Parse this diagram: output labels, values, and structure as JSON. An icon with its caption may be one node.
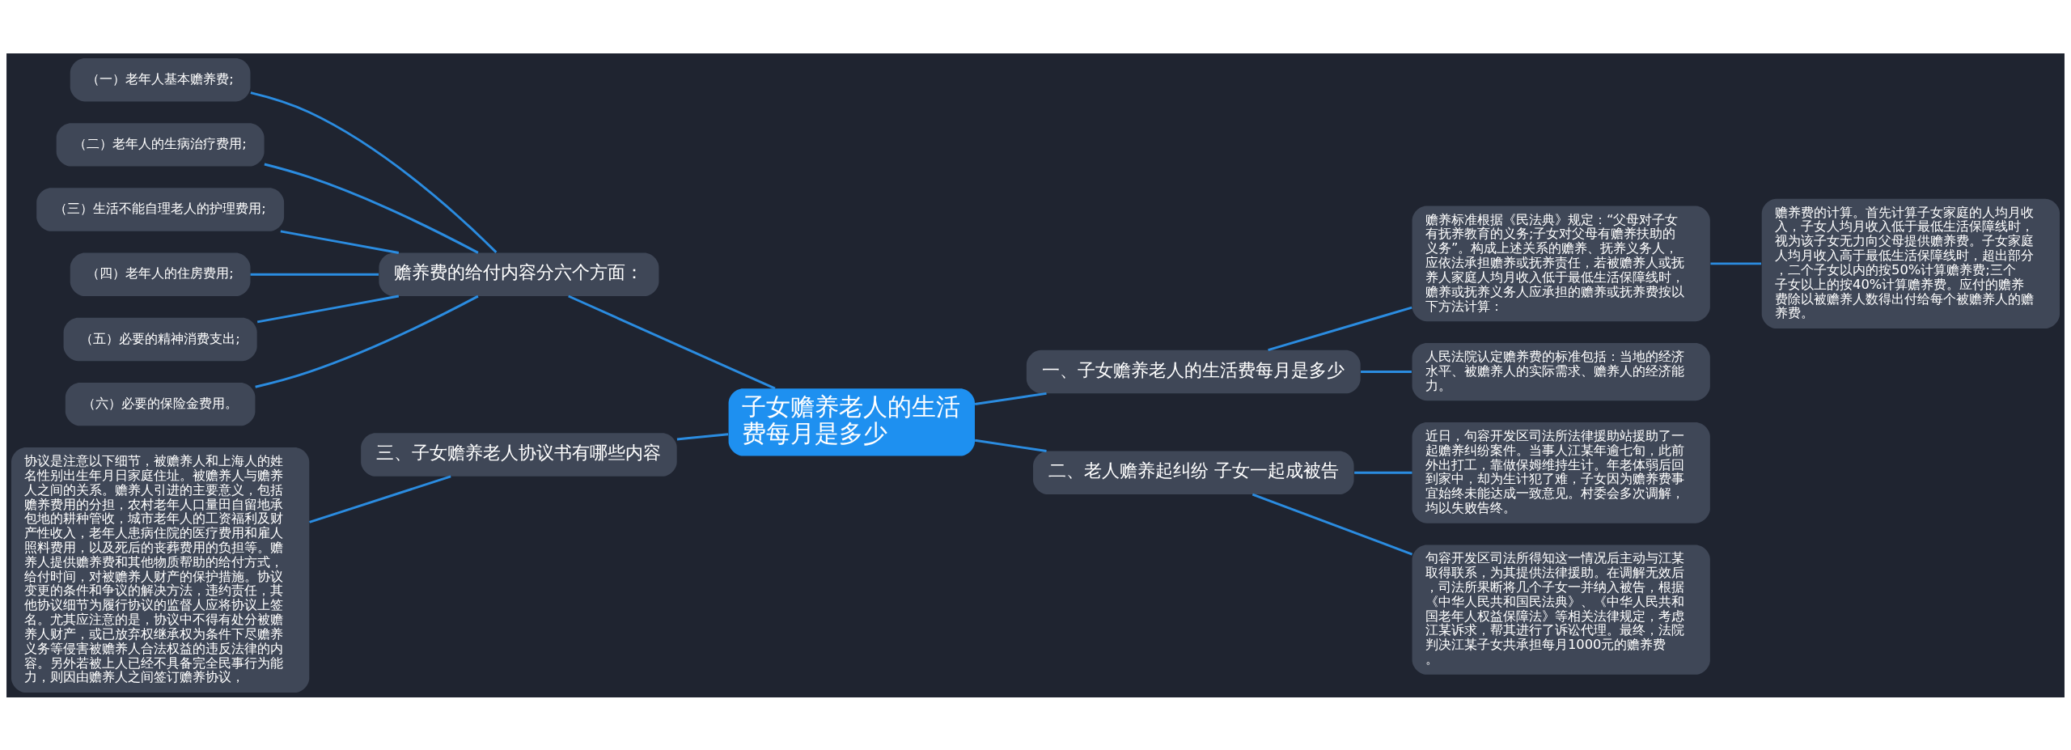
{
  "diagram": {
    "nodes": [
      {
        "text": [
          "子女赡养老人的生活费每月是多少"
        ]
      },
      {
        "text": [
          "赡养费的给付内容分六个方面："
        ]
      },
      {
        "text": [
          "（一）老年人基本赡养费;"
        ]
      },
      {
        "text": [
          "（二）老年人的生病治疗费用;"
        ]
      },
      {
        "text": [
          "（三）生活不能自理老人的护理费用;"
        ]
      },
      {
        "text": [
          "（四）老年人的住房费用;"
        ]
      },
      {
        "text": [
          "（五）必要的精神消费支出;"
        ]
      },
      {
        "text": [
          "（六）必要的保险金费用。"
        ]
      },
      {
        "text": [
          "三、子女赡养老人协议书有哪些内容"
        ]
      },
      {
        "text": [
          "协议是注意以下细节，被赡养人和上海人的姓名性别出生年月日家庭住址。被赡养人与赡养人之间的关系。赡养人引进的主要意义，包括赡养费用的分担，农村老年人口量田自留地承包地的耕种管收，城市老年人的工资福利及财产性收入，老年人患病住院的医疗费用和雇人照料费用，以及死后的丧葬费用的负担等。赡养人提供赡养费和其他物质帮助的给付方式，给付时间，对被赡养人财产的保护措施。协议变更的条件和争议的解决方法，违约责任，其他协议细节为履行协议的监督人应将协议上签名。尤其应注意的是，协议中不得有处分被赡养人财产，或已放弃权继承权为条件下尽赡养义务等侵害被赡养人合法权益的违反法律的内容。另外若被上人已经不具备完全民事行为能力，则因由赡养人之间签订赡养协议，"
        ]
      },
      {
        "text": [
          "一、子女赡养老人的生活费每月是多少"
        ]
      },
      {
        "text": [
          "赡养标准根据《民法典》规定：“父母对子女有抚养教育的义务;子女对父母有赡养扶助的义务”。构成上述关系的赡养、抚养义务人，应依法承担赡养或抚养责任，若被赡养人或抚养人家庭人均月收入低于最低生活保障线时，赡养或抚养义务人应承担的赡养或抚养费按以下方法计算："
        ]
      },
      {
        "text": [
          "赡养费的计算。首先计算子女家庭的人均月收入，子女人均月收入低于最低生活保障线时，视为该子女无力向父母提供赡养费。子女家庭人均月收入高于最低生活保障线时，超出部分，二个子女以内的按50%计算赡养费;三个子女以上的按40%计算赡养费。应付的赡养费除以被赡养人数得出付给每个被赡养人的赡养费。"
        ]
      },
      {
        "text": [
          "人民法院认定赡养费的标准包括：当地的经济水平、被赡养人的实际需求、赡养人的经济能力。"
        ]
      },
      {
        "text": [
          "二、老人赡养起纠纷 子女一起成被告"
        ]
      },
      {
        "text": [
          "近日，句容开发区司法所法律援助站援助了一起赡养纠纷案件。当事人江某年逾七旬，此前外出打工，靠做保姆维持生计。年老体弱后回到家中，却为生计犯了难，子女因为赡养费事宜始终未能达成一致意见。村委会多次调解，均以失败告终。"
        ]
      },
      {
        "text": [
          "句容开发区司法所得知这一情况后主动与江某取得联系，为其提供法律援助。在调解无效后，司法所果断将几个子女一并纳入被告，根据《中华人民共和国民法典》、《中华人民共和国老年人权益保障法》等相关法律规定，考虑江某诉求，帮其进行了诉讼代理。最终，法院判决江某子女共承担每月1000元的赡养费。"
        ]
      }
    ],
    "edges": [
      {
        "from": 0,
        "to": 1,
        "arrow": "none"
      },
      {
        "from": 1,
        "to": 2,
        "arrow": "none"
      },
      {
        "from": 1,
        "to": 3,
        "arrow": "none"
      },
      {
        "from": 1,
        "to": 4,
        "arrow": "none"
      },
      {
        "from": 1,
        "to": 5,
        "arrow": "none"
      },
      {
        "from": 1,
        "to": 6,
        "arrow": "none"
      },
      {
        "from": 1,
        "to": 7,
        "arrow": "none"
      },
      {
        "from": 0,
        "to": 8,
        "arrow": "none"
      },
      {
        "from": 8,
        "to": 9,
        "arrow": "none"
      },
      {
        "from": 0,
        "to": 10,
        "arrow": "none"
      },
      {
        "from": 10,
        "to": 11,
        "arrow": "none"
      },
      {
        "from": 11,
        "to": 12,
        "arrow": "none"
      },
      {
        "from": 10,
        "to": 13,
        "arrow": "none"
      },
      {
        "from": 0,
        "to": 14,
        "arrow": "none"
      },
      {
        "from": 14,
        "to": 15,
        "arrow": "none"
      },
      {
        "from": 14,
        "to": 16,
        "arrow": "none"
      }
    ]
  }
}
